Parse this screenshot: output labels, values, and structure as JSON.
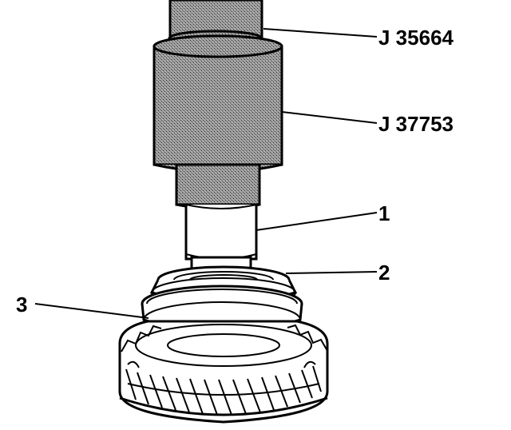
{
  "callouts": {
    "tool_a": "J 35664",
    "tool_b": "J 37753",
    "part_1": "1",
    "part_2": "2",
    "part_3": "3"
  },
  "colors": {
    "line": "#000000",
    "background": "#ffffff",
    "stipple_dark": "#4a4a4a",
    "stipple_light": "#8c8c8c"
  }
}
